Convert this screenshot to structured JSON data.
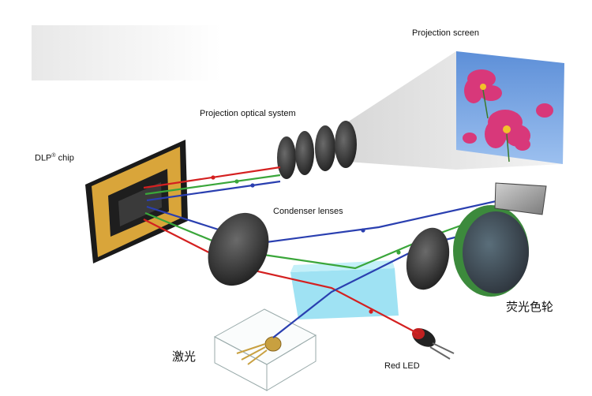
{
  "labels": {
    "projection_screen": "Projection screen",
    "projection_optical_system": "Projection optical system",
    "dlp_chip": "DLP",
    "dlp_chip_sup": "®",
    "dlp_chip_suffix": " chip",
    "condenser_lenses": "Condenser lenses",
    "phosphor_wheel": "荧光色轮",
    "laser": "激光",
    "red_led": "Red LED"
  },
  "colors": {
    "red_beam": "#d42020",
    "green_beam": "#3aa63a",
    "blue_beam": "#2a3fb0",
    "chip_frame": "#d9a53a",
    "dichroic": "#6fd3ee"
  }
}
